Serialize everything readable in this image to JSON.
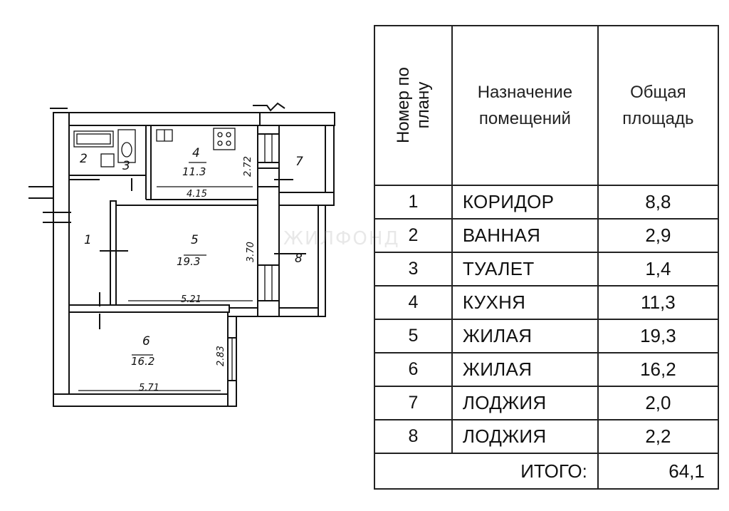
{
  "plan": {
    "rooms": [
      {
        "no": "1",
        "area": ""
      },
      {
        "no": "2",
        "area": ""
      },
      {
        "no": "3",
        "area": ""
      },
      {
        "no": "4",
        "area": "11.3"
      },
      {
        "no": "5",
        "area": "19.3"
      },
      {
        "no": "6",
        "area": "16.2"
      },
      {
        "no": "7",
        "area": ""
      },
      {
        "no": "8",
        "area": ""
      }
    ],
    "dimensions": [
      "2.72",
      "4.15",
      "3.70",
      "5.21",
      "2.83",
      "5.71"
    ]
  },
  "table": {
    "header": {
      "num_lines": [
        "Номер по",
        "плану"
      ],
      "name_lines": [
        "Назначение",
        "помещений"
      ],
      "area_lines": [
        "Общая",
        "площадь"
      ]
    },
    "rows": [
      {
        "num": "1",
        "name": "КОРИДОР",
        "area": "8,8"
      },
      {
        "num": "2",
        "name": "ВАННАЯ",
        "area": "2,9"
      },
      {
        "num": "3",
        "name": "ТУАЛЕТ",
        "area": "1,4"
      },
      {
        "num": "4",
        "name": "КУХНЯ",
        "area": "11,3"
      },
      {
        "num": "5",
        "name": "ЖИЛАЯ",
        "area": "19,3"
      },
      {
        "num": "6",
        "name": "ЖИЛАЯ",
        "area": "16,2"
      },
      {
        "num": "7",
        "name": "ЛОДЖИЯ",
        "area": "2,0"
      },
      {
        "num": "8",
        "name": "ЛОДЖИЯ",
        "area": "2,2"
      }
    ],
    "total_label": "ИТОГО:",
    "total_value": "64,1"
  },
  "watermark": "ЖИЛФОНД"
}
